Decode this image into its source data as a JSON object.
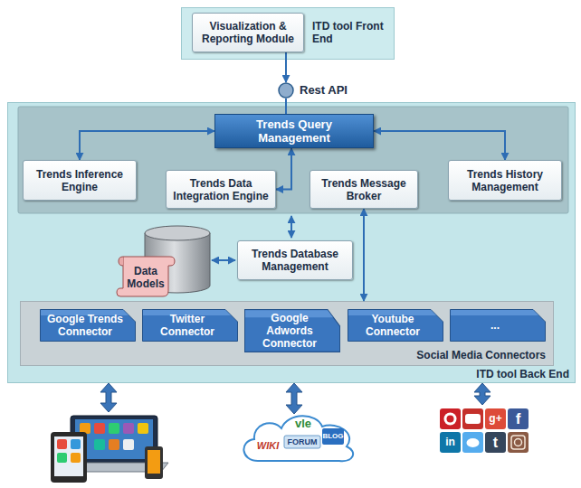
{
  "diagram": {
    "nodes": [
      {
        "text": [
          "ITD tool Front End"
        ]
      },
      {
        "text": [
          "Visualization & Reporting Module"
        ],
        "in": 0
      },
      {
        "text": [
          "Rest API"
        ]
      },
      {
        "text": [
          "ITD tool Back End"
        ]
      },
      {
        "text": [
          "Trends Query Management"
        ],
        "in": 3
      },
      {
        "text": [
          "Trends Inference Engine"
        ],
        "in": 3
      },
      {
        "text": [
          "Trends Data Integration Engine"
        ],
        "in": 3
      },
      {
        "text": [
          "Trends Message Broker"
        ],
        "in": 3
      },
      {
        "text": [
          "Trends History Management"
        ],
        "in": 3
      },
      {
        "text": [
          "Data Models"
        ],
        "in": 3
      },
      {
        "text": [
          "Trends Database Management"
        ],
        "in": 3
      },
      {
        "text": [
          "Social Media Connectors"
        ],
        "in": 3
      },
      {
        "text": [
          "Google Trends Connector"
        ],
        "in": 11
      },
      {
        "text": [
          "Twitter Connector"
        ],
        "in": 11
      },
      {
        "text": [
          "Google Adwords Connector"
        ],
        "in": 11
      },
      {
        "text": [
          "Youtube Connector"
        ],
        "in": 11
      },
      {
        "text": [
          "..."
        ],
        "in": 11
      }
    ],
    "edges": [
      {
        "from": 1,
        "to": 2,
        "arrow": "to"
      },
      {
        "from": 2,
        "to": 4,
        "arrow": "none"
      },
      {
        "from": 4,
        "to": 5,
        "arrow": "both"
      },
      {
        "from": 4,
        "to": 8,
        "arrow": "both"
      },
      {
        "from": 4,
        "to": 6,
        "arrow": "both"
      },
      {
        "from": 7,
        "to": 11,
        "arrow": "both"
      }
    ],
    "labels": [
      "WIKI",
      "vle",
      "FORUM",
      "BLOG",
      "g+",
      "f",
      "in",
      "t"
    ]
  }
}
